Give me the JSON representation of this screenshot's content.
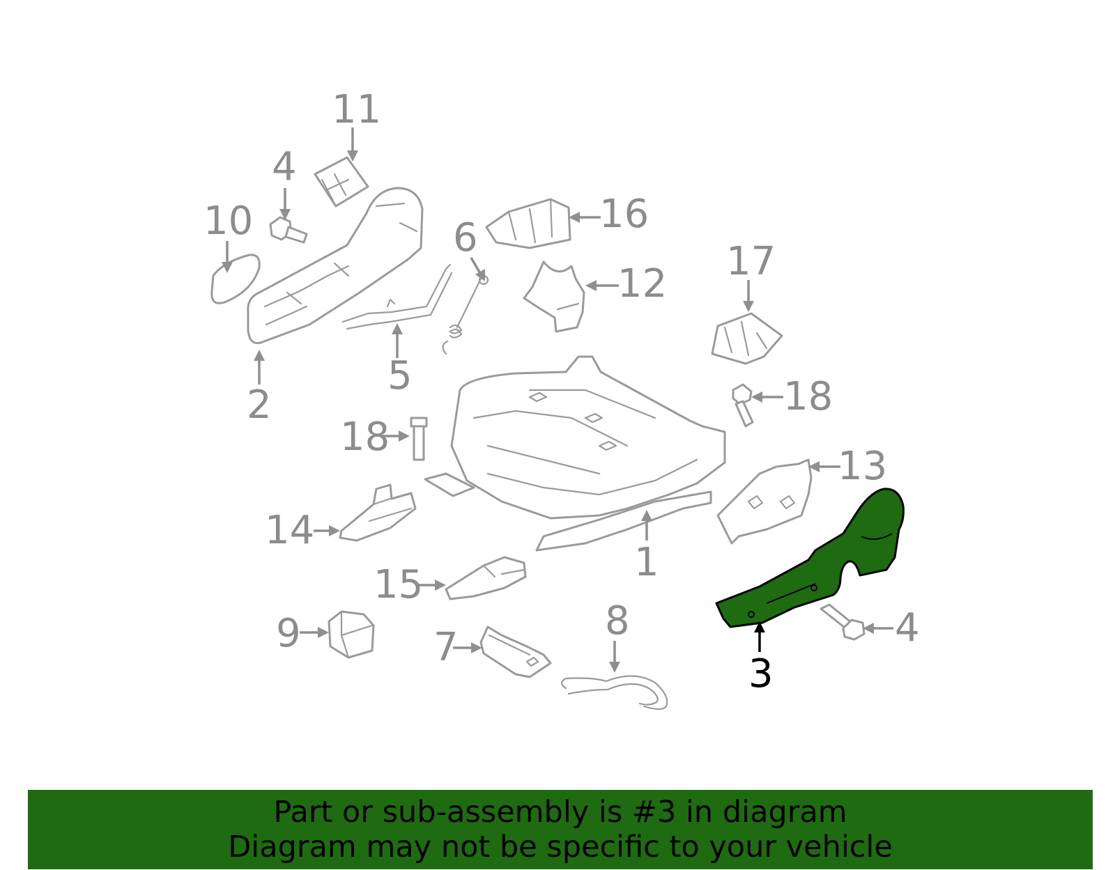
{
  "diagram": {
    "selected_part": "3",
    "highlight_color": "#1e6b12",
    "callouts": [
      {
        "id": "c1",
        "label": "1"
      },
      {
        "id": "c2",
        "label": "2"
      },
      {
        "id": "c3",
        "label": "3"
      },
      {
        "id": "c4a",
        "label": "4"
      },
      {
        "id": "c4b",
        "label": "4"
      },
      {
        "id": "c5",
        "label": "5"
      },
      {
        "id": "c6",
        "label": "6"
      },
      {
        "id": "c7",
        "label": "7"
      },
      {
        "id": "c8",
        "label": "8"
      },
      {
        "id": "c9",
        "label": "9"
      },
      {
        "id": "c10",
        "label": "10"
      },
      {
        "id": "c11",
        "label": "11"
      },
      {
        "id": "c12",
        "label": "12"
      },
      {
        "id": "c13",
        "label": "13"
      },
      {
        "id": "c14",
        "label": "14"
      },
      {
        "id": "c15",
        "label": "15"
      },
      {
        "id": "c16",
        "label": "16"
      },
      {
        "id": "c17",
        "label": "17"
      },
      {
        "id": "c18a",
        "label": "18"
      },
      {
        "id": "c18b",
        "label": "18"
      }
    ]
  },
  "banner": {
    "line1": "Part or sub-assembly is #3 in diagram",
    "line2": "Diagram may not be specific to your vehicle"
  }
}
